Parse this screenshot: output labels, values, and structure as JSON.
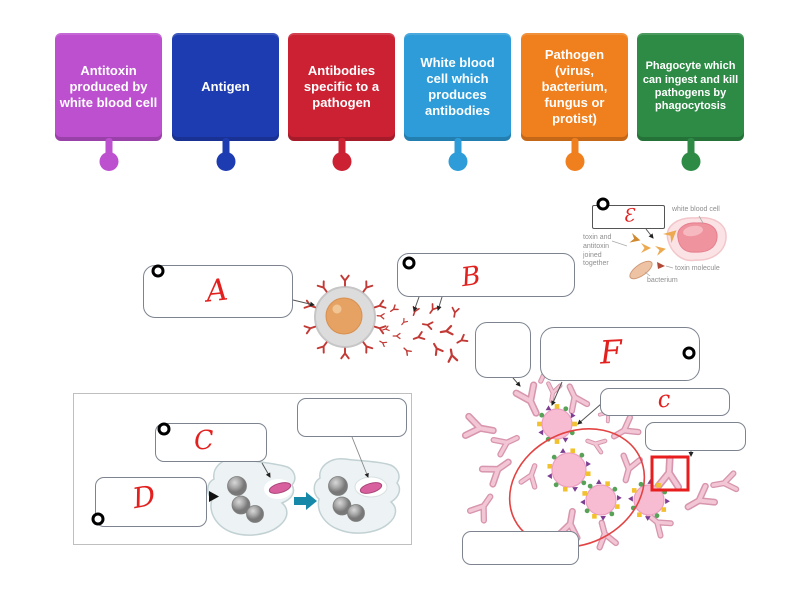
{
  "tiles": [
    {
      "id": "antitoxin",
      "label": "Antitoxin produced by white blood cell",
      "color": "#bc50cf"
    },
    {
      "id": "antigen",
      "label": "Antigen",
      "color": "#1e3cb2"
    },
    {
      "id": "antibodies",
      "label": "Antibodies specific to a pathogen",
      "color": "#cb2133"
    },
    {
      "id": "white-blood-cell",
      "label": "White blood cell which produces antibodies",
      "color": "#2d9cd8"
    },
    {
      "id": "pathogen",
      "label": "Pathogen (virus, bacterium, fungus or protist)",
      "color": "#f07f1d"
    },
    {
      "id": "phagocyte",
      "label": "Phagocyte which can ingest and kill pathogens by phagocytosis",
      "color": "#2e8b46"
    }
  ],
  "answers": {
    "box_a": "A",
    "box_b": "B",
    "box_c_upper": "C",
    "box_d": "D",
    "box_e": "Ɛ",
    "box_f": "F",
    "box_c_lower": "c"
  },
  "e_image": {
    "white_blood_cell": "white blood cell",
    "toxin_antitoxin": "toxin and antitoxin joined together",
    "bacterium": "bacterium",
    "toxin_molecule": "toxin molecule"
  },
  "colors": {
    "answer_red": "#e2211f",
    "box_border": "#7d8490",
    "marker": "#000000",
    "highlight_square": "#e81d1d",
    "cluster_ellipse": "#e34343"
  }
}
